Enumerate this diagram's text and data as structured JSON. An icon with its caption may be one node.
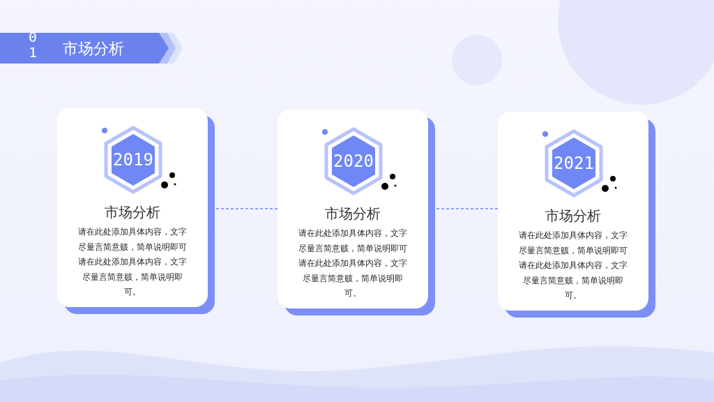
{
  "diagram": {
    "title": "市场分析",
    "nodes": [
      {
        "text": [
          "市场分析",
          "请在此处添加具体内容，文字尽量言简意赅，简单说明即可请在此处添加具体内容，文字尽量言简意赅，简单说明即可。"
        ]
      },
      {
        "text": [
          "2019"
        ],
        "in": 0
      },
      {
        "text": [
          "市场分析",
          "请在此处添加具体内容，文字尽量言简意赅，简单说明即可请在此处添加具体内容，文字尽量言简意赅，简单说明即可。"
        ]
      },
      {
        "text": [
          "2020"
        ],
        "in": 2
      },
      {
        "text": [
          "市场分析",
          "请在此处添加具体内容，文字尽量言简意赅，简单说明即可请在此处添加具体内容，文字尽量言简意赅，简单说明即可。"
        ]
      },
      {
        "text": [
          "2021"
        ],
        "in": 4
      }
    ],
    "edges": [
      {
        "from": 0,
        "to": 2,
        "arrow": "none",
        "style": "dashed"
      },
      {
        "from": 2,
        "to": 4,
        "arrow": "none",
        "style": "dashed"
      }
    ],
    "labels": [
      "01"
    ]
  }
}
